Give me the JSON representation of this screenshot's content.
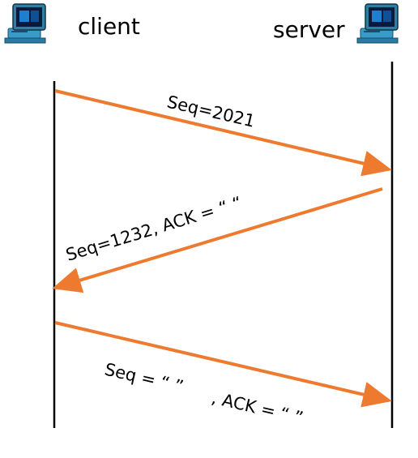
{
  "hosts": {
    "client": {
      "label": "client",
      "icon": "computer-icon"
    },
    "server": {
      "label": "server",
      "icon": "computer-icon"
    }
  },
  "messages": [
    {
      "direction": "client-to-server",
      "label": "Seq=2021"
    },
    {
      "direction": "server-to-client",
      "label": "Seq=1232, ACK = “   “"
    },
    {
      "direction": "client-to-server",
      "label_seq": "Seq = “     ”",
      "label_ack": ", ACK = “     ”"
    }
  ],
  "colors": {
    "arrow": "#ee7a2f",
    "timeline": "#000000",
    "monitor_frame": "#2d7fa3",
    "monitor_screen": "#0a1a3a",
    "monitor_blue": "#1e7fd0"
  }
}
